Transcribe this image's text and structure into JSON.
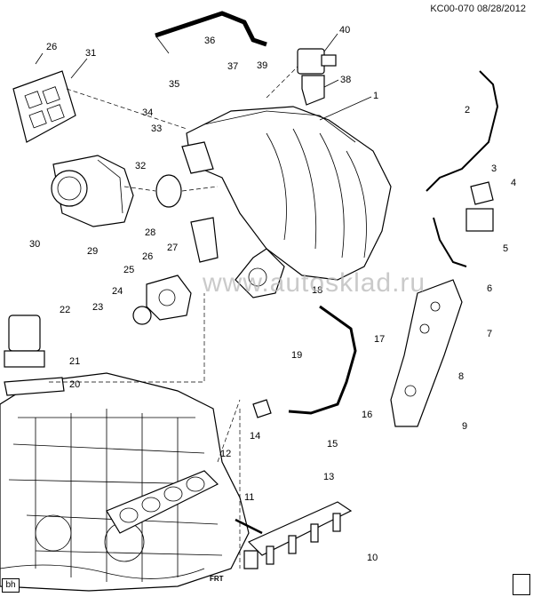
{
  "header": {
    "code": "KC00-070",
    "date": "08/28/2012"
  },
  "watermark": "www.autosklad.ru",
  "badge": "bh",
  "forward_label": "FRT",
  "callouts": [
    "1",
    "2",
    "3",
    "4",
    "5",
    "6",
    "7",
    "8",
    "9",
    "10",
    "11",
    "12",
    "13",
    "14",
    "15",
    "16",
    "17",
    "18",
    "19",
    "20",
    "21",
    "22",
    "23",
    "24",
    "25",
    "26",
    "27",
    "28",
    "29",
    "30",
    "31",
    "32",
    "33",
    "34",
    "35",
    "36",
    "37",
    "38",
    "39",
    "40"
  ]
}
